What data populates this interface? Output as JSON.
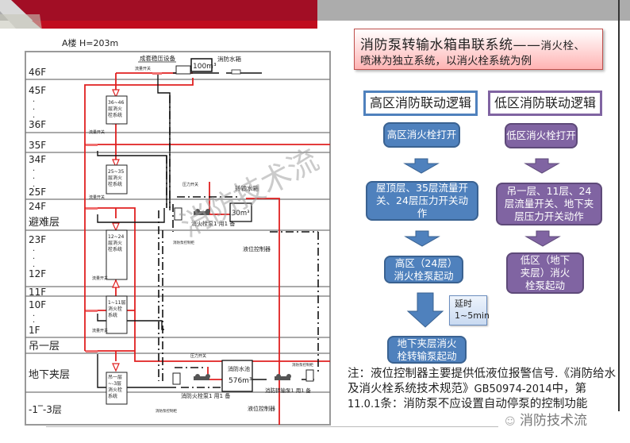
{
  "slide": {
    "header_colors": {
      "band": "#a20e25",
      "band_bottom": "#c00d1f",
      "gray": "#acacac"
    },
    "title": {
      "main": "消防泵转输水箱串联系统",
      "dash": "——",
      "tail": "消火栓、",
      "line2": "喷淋为独立系统，以消火栓系统为例"
    }
  },
  "diagram": {
    "building_label": "A楼  H=203m",
    "floors": [
      "46F",
      "45F",
      "36F",
      "35F",
      "34F",
      "25F",
      "24F",
      "避难层",
      "23F",
      "12F",
      "11F",
      "10F",
      "1F",
      "吊一层",
      "地下夹层",
      "-1‾-3层"
    ],
    "dots": ".",
    "zones": [
      {
        "label": "36~46\n层消火\n栓系统"
      },
      {
        "label": "25~35\n层消火\n栓系统"
      },
      {
        "label": "12~24\n层消火\n栓系统"
      },
      {
        "label": "1~11层\n消火栓\n系统"
      },
      {
        "label": "吊一层\n~-3层\n消火栓\n系统"
      }
    ],
    "labels": {
      "roof_equipment": "成套稳压设备",
      "roof_tank_volume": "100m³",
      "roof_tank": "消防水箱",
      "flow_switch": "流量开关",
      "pressure_switch": "压力开关",
      "transfer_tank": "转输水箱",
      "transfer_tank_volume": "30m³",
      "mid_pump": "消火栓泵1 用1 备",
      "pump_control_cabinet": "消防泵控制柜",
      "level_controller": "液位控制器",
      "pool": "消防水池",
      "pool_volume": "576m³",
      "bottom_pump": "消防火栓泵1 用1 备",
      "transfer_pump": "消防转输泵1 用1 备"
    },
    "watermark": "消防技术流"
  },
  "logic": {
    "high": {
      "header": "高区消防联动逻辑",
      "steps": [
        "高区消火栓打开",
        "屋顶层、35层流量开关、24层压力开关动作",
        "高区（24层）消火栓泵起动",
        "地下夹层消火栓转输泵起动"
      ],
      "delay": {
        "label": "延时",
        "value": "1~5min"
      },
      "color": "#4f81bd"
    },
    "low": {
      "header": "低区消防联动逻辑",
      "steps": [
        "低区消火栓打开",
        "吊一层、11层、24层流量开关、地下夹层压力开关动作",
        "低区（地下夹层）消火栓泵起动"
      ],
      "color": "#8064a2"
    }
  },
  "note": {
    "prefix": "注：液位控制器主要提供低液位报警信号.《消防给水及消火栓系统技术规范》",
    "code": "GB50974-2014",
    "mid": "中，第",
    "clause": "11.0.1",
    "suffix": "条：消防泵不应设置自动停泵的控制功能"
  },
  "footer_watermark": "消防技术流"
}
